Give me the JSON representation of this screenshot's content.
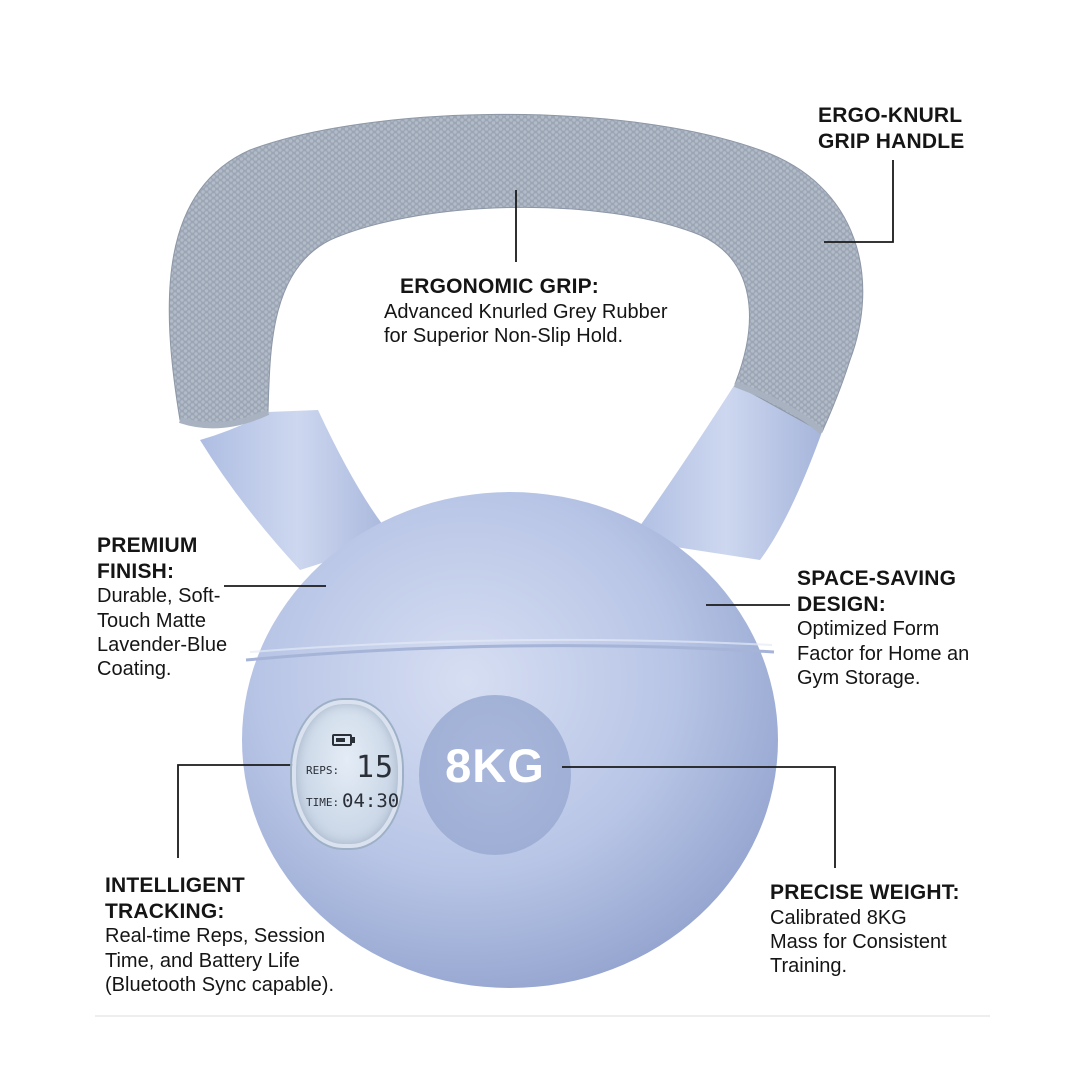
{
  "callouts": {
    "ergo_knurl": {
      "title": "ERGO-KNURL\nGRIP HANDLE"
    },
    "ergonomic_grip": {
      "title": "ERGONOMIC GRIP:",
      "body": "Advanced Knurled Grey Rubber\n for Superior Non-Slip Hold."
    },
    "premium_finish": {
      "title": "PREMIUM\nFINISH:",
      "body": "Durable, Soft-\nTouch Matte\nLavender-Blue\nCoating."
    },
    "space_saving": {
      "title": "SPACE-SAVING\nDESIGN:",
      "body": "Optimized Form\nFactor for Home an\nGym Storage."
    },
    "intelligent_tracking": {
      "title": "INTELLIGENT\nTRACKING:",
      "body": "Real-time Reps, Session\nTime, and Battery Life\n(Bluetooth Sync capable)."
    },
    "precise_weight": {
      "title": "PRECISE WEIGHT:",
      "body": "Calibrated 8KG\nMass for Consistent\nTraining."
    }
  },
  "display": {
    "reps_label": "REPS:",
    "reps_value": "15",
    "time_label": "TIME:",
    "time_value": "04:30",
    "battery_icon": "battery-icon"
  },
  "weight_label": "8KG",
  "colors": {
    "body": "#b5c4e6",
    "body_shadow": "#97a8d2",
    "handle_grip": "#9aa4b3",
    "text": "#151515",
    "leader": "#1a1a1a"
  }
}
